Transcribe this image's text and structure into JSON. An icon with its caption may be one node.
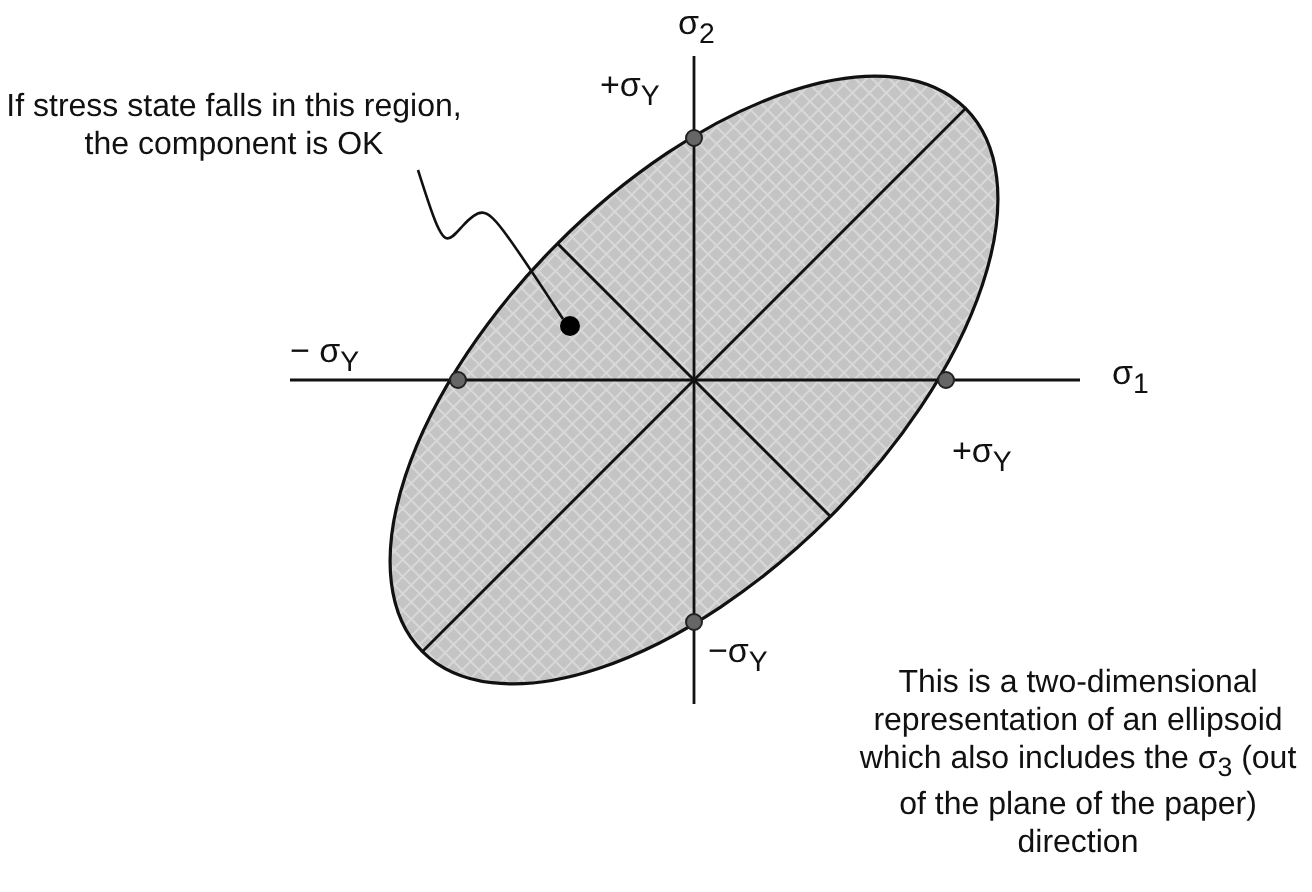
{
  "diagram": {
    "nodes": [
      {
        "text": [
          "If stress state falls in this region, the component is OK"
        ]
      },
      {
        "text": [],
        "shape": "circle"
      }
    ],
    "edges": [
      {
        "from": 0,
        "to": 1,
        "arrow": "none"
      }
    ],
    "labels": [
      "σ$_{2}$",
      "+σ$_{Y}$",
      "− σ$_{Y}$",
      "σ$_{1}$",
      "+σ$_{Y}$",
      "−σ$_{Y}$",
      "This is a two-dimensional representation of an ellipsoid which also includes the σ$_{3}$ (out of the plane of the paper) direction"
    ]
  }
}
